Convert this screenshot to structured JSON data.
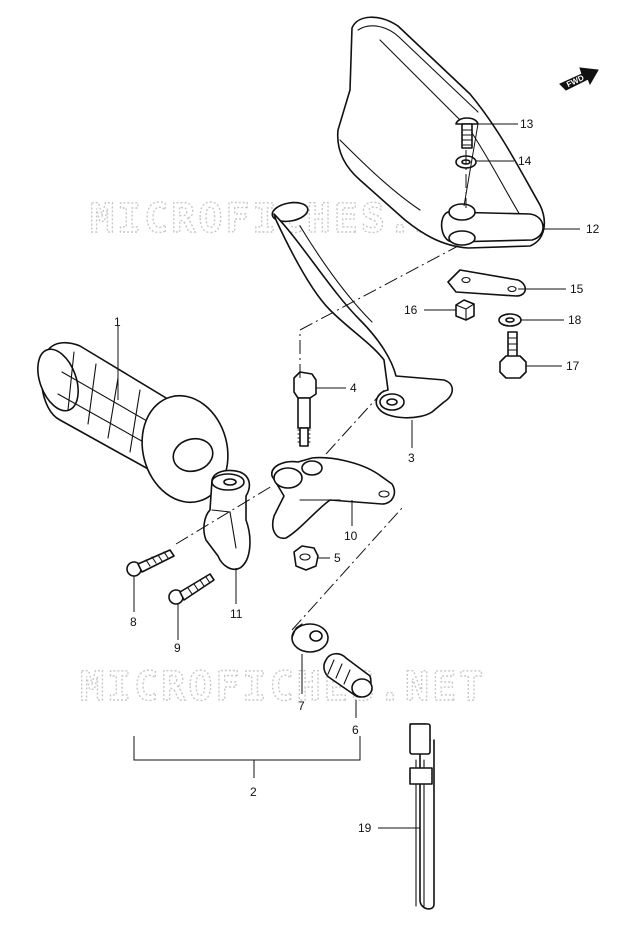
{
  "watermark": "MICROFICHES.NET",
  "direction_label": "FWD",
  "callouts": [
    {
      "id": "1",
      "label": "1"
    },
    {
      "id": "2",
      "label": "2"
    },
    {
      "id": "3",
      "label": "3"
    },
    {
      "id": "4",
      "label": "4"
    },
    {
      "id": "5",
      "label": "5"
    },
    {
      "id": "6",
      "label": "6"
    },
    {
      "id": "7",
      "label": "7"
    },
    {
      "id": "8",
      "label": "8"
    },
    {
      "id": "9",
      "label": "9"
    },
    {
      "id": "10",
      "label": "10"
    },
    {
      "id": "11",
      "label": "11"
    },
    {
      "id": "12",
      "label": "12"
    },
    {
      "id": "13",
      "label": "13"
    },
    {
      "id": "14",
      "label": "14"
    },
    {
      "id": "15",
      "label": "15"
    },
    {
      "id": "16",
      "label": "16"
    },
    {
      "id": "17",
      "label": "17"
    },
    {
      "id": "18",
      "label": "18"
    },
    {
      "id": "19",
      "label": "19"
    }
  ]
}
